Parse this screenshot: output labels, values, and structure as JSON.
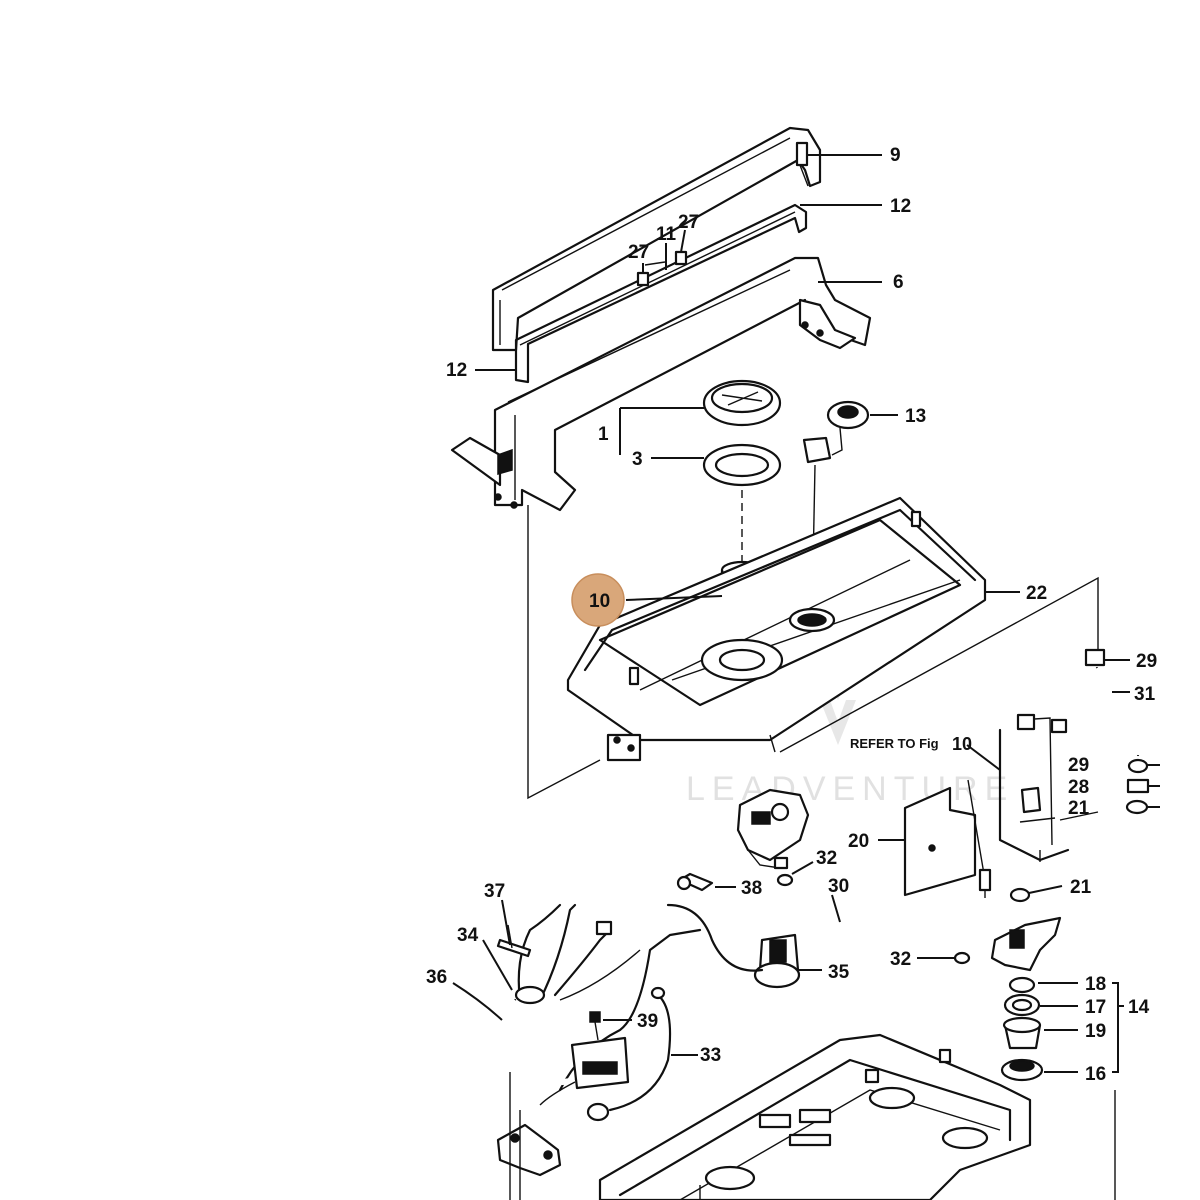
{
  "diagram": {
    "callouts": {
      "c9": "9",
      "c12a": "12",
      "c27a": "27",
      "c11": "11",
      "c27b": "27",
      "c6": "6",
      "c12b": "12",
      "c13": "13",
      "c1": "1",
      "c3": "3",
      "c10": "10",
      "c22": "22",
      "c29a": "29",
      "c31": "31",
      "c29b": "29",
      "c28": "28",
      "c21a": "21",
      "c20": "20",
      "c32a": "32",
      "c30": "30",
      "c21b": "21",
      "c37": "37",
      "c38": "38",
      "c34": "34",
      "c36": "36",
      "c35": "35",
      "c32b": "32",
      "c18": "18",
      "c17": "17",
      "c14": "14",
      "c19": "19",
      "c39": "39",
      "c33": "33",
      "c16": "16"
    },
    "refer_text": "REFER TO Fig",
    "refer_fig": "10",
    "highlight_label": "10",
    "highlight_color": "#d9a77a",
    "watermark": "LEADVENTURE"
  }
}
